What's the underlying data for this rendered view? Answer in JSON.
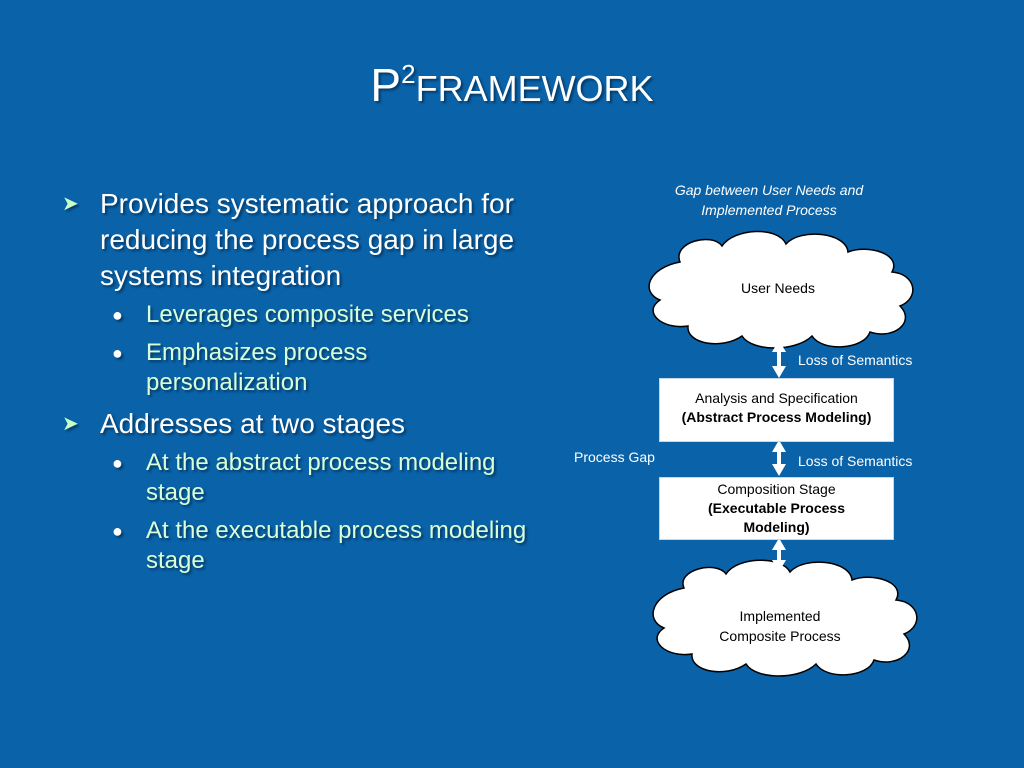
{
  "slide": {
    "title_main": "P",
    "title_superscript": "2",
    "title_rest": "FRAMEWORK"
  },
  "bullets": [
    {
      "text": "Provides systematic approach for reducing the process gap in large systems integration",
      "sub": [
        "Leverages composite services",
        "Emphasizes process personalization"
      ]
    },
    {
      "text": "Addresses at two stages",
      "sub": [
        "At the abstract process modeling stage",
        "At the executable process modeling stage"
      ]
    }
  ],
  "diagram": {
    "caption_line1": "Gap between User Needs and",
    "caption_line2": "Implemented Process",
    "top_cloud": "User Needs",
    "box1_line1": "Analysis and Specification",
    "box1_line2": "(Abstract Process Modeling)",
    "box2_line1": "Composition Stage",
    "box2_line2": "(Executable Process",
    "box2_line3": "Modeling)",
    "bottom_cloud_line1": "Implemented",
    "bottom_cloud_line2": "Composite Process",
    "loss_label_1": "Loss of Semantics",
    "loss_label_2": "Loss of Semantics",
    "process_gap_label": "Process Gap"
  },
  "colors": {
    "background": "#0a62a8",
    "sub_bullet_text": "#d9ffd9",
    "arrow_bullet": "#c8ffc8"
  },
  "icons": {
    "bullet_level1": "arrowhead-bullet-icon",
    "bullet_level2": "round-dot-bullet-icon",
    "connector": "double-headed-arrow-icon"
  }
}
